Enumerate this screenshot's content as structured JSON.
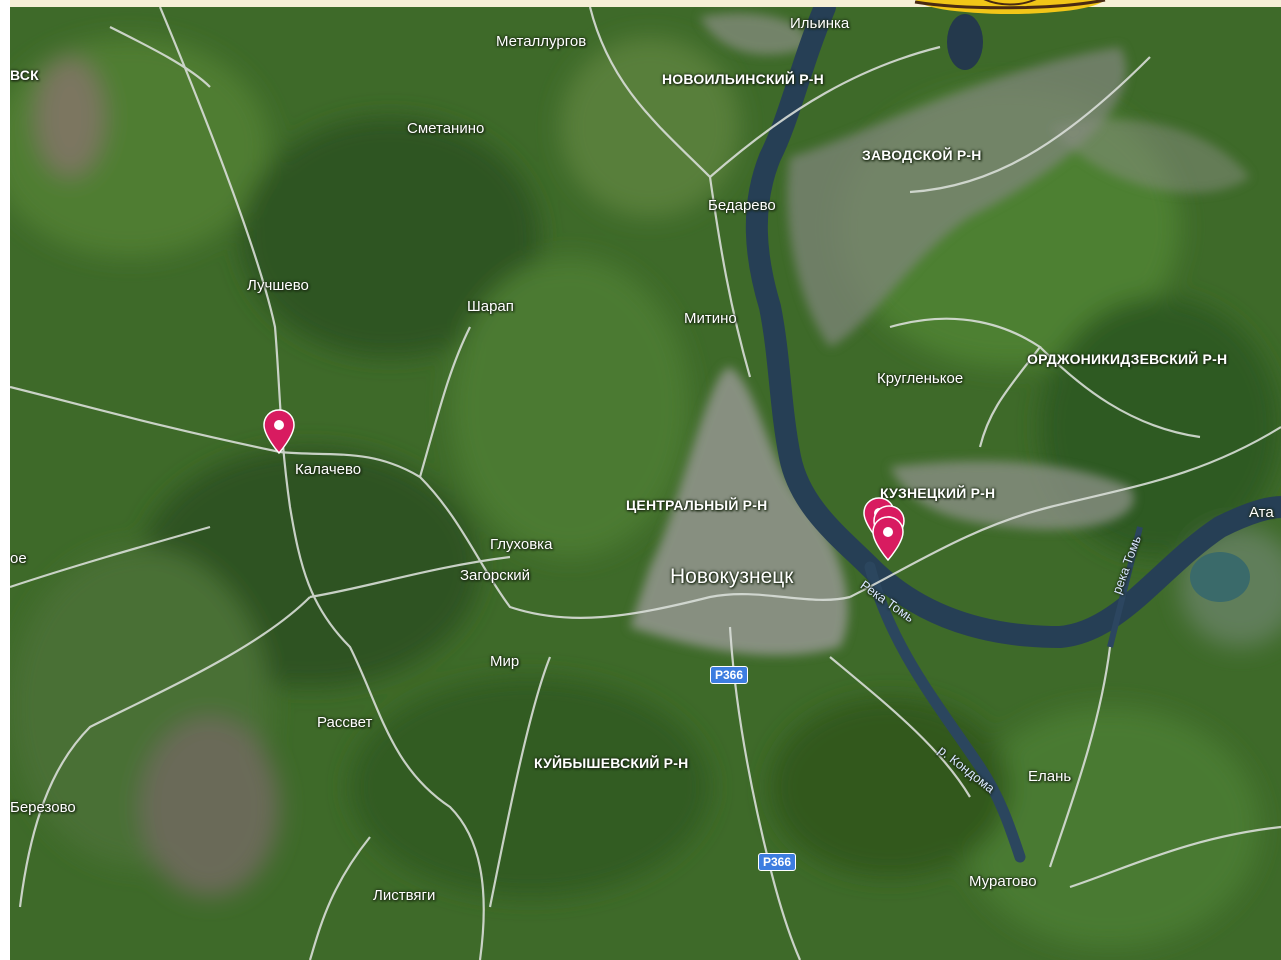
{
  "map": {
    "labels": {
      "ilinka": "Ильинка",
      "metallurgov": "Металлургов",
      "novoilinsky": "НОВОИЛЬИНСКИЙ Р-Н",
      "vsk": "ВСК",
      "smetanino": "Сметанино",
      "zavodskoy": "ЗАВОДСКОЙ Р-Н",
      "bedarevo": "Бедарево",
      "luchshevo": "Лучшево",
      "sharap": "Шарап",
      "mitino": "Митино",
      "ordzhonikidzevsky": "ОРДЖОНИКИДЗЕВСКИЙ Р-Н",
      "kruglenkoe": "Кругленькое",
      "kalachevo": "Калачево",
      "kuznetsky": "КУЗНЕЦКИЙ Р-Н",
      "tsentralny": "ЦЕНТРАЛЬНЫЙ Р-Н",
      "ata": "Ата",
      "glukhovka": "Глуховка",
      "zagorsky": "Загорский",
      "novokuznetsk": "Новокузнецк",
      "oe": "ое",
      "reka_tom": "Река Томь",
      "reka_tom_vertical": "река Томь",
      "mir": "Мир",
      "rassvet": "Рассвет",
      "kuibyshevsky": "КУЙБЫШЕВСКИЙ Р-Н",
      "r_kondoma": "р. Кондома",
      "elan": "Елань",
      "berezovo": "Березово",
      "listvyagi": "Листвяги",
      "muratovo": "Муратово"
    },
    "shields": {
      "r366_north": "Р366",
      "r366_south": "Р366"
    },
    "colors": {
      "terrain": "#3f6b2a",
      "river": "#2c4660",
      "road": "#d9ded8",
      "marker": "#d81b60",
      "shield": "#3d7de0"
    }
  }
}
